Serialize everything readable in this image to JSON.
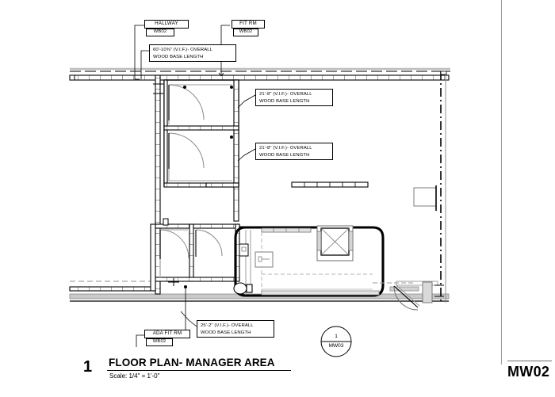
{
  "sheet": {
    "number": "MW02"
  },
  "title_block": {
    "detail_number": "1",
    "title": "FLOOR PLAN- MANAGER AREA",
    "scale": "Scale:  1/4\" = 1'-0\""
  },
  "detail_callout": {
    "number": "1",
    "sheet": "MW03"
  },
  "room_tags": [
    {
      "id": "hallway",
      "name": "HALLWAY",
      "code": "WB02"
    },
    {
      "id": "fit-rm",
      "name": "FIT RM",
      "code": "WB02"
    },
    {
      "id": "ada-fit-rm",
      "name": "ADA FIT RM",
      "code": "WB02"
    }
  ],
  "dimension_notes": [
    {
      "id": "overall-hallway",
      "text": "60'-10⅜\" (V.I.F.)- OVERALL\nWOOD BASE LENGTH"
    },
    {
      "id": "fit-rm-upper",
      "text": "21'-8\" (V.I.F.)- OVERALL\nWOOD BASE LENGTH"
    },
    {
      "id": "fit-rm-lower",
      "text": "21'-8\" (V.I.F.)- OVERALL\nWOOD BASE LENGTH"
    },
    {
      "id": "ada-fit-rm-note",
      "text": "25'-2\" (V.I.F.)- OVERALL\nWOOD BASE LENGTH"
    }
  ],
  "colors": {
    "ink": "#000000",
    "light_wall": "#b4b4b4",
    "mid_gray": "#808080",
    "border_gray": "#9a9a9a"
  }
}
